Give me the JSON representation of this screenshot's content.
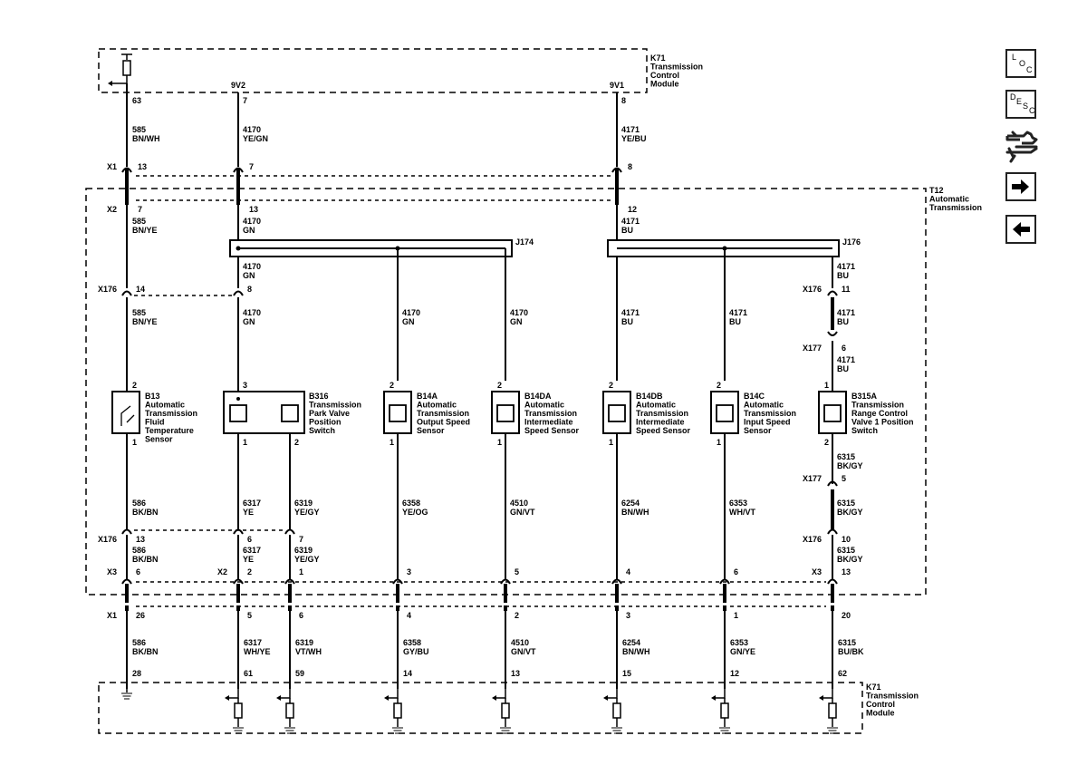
{
  "module_top": {
    "name": "K71",
    "lines": [
      "Transmission",
      "Control",
      "Module"
    ]
  },
  "module_bottom": {
    "name": "K71",
    "lines": [
      "Transmission",
      "Control",
      "Module"
    ]
  },
  "transmission": {
    "name": "T12",
    "lines": [
      "Automatic",
      "Transmission"
    ]
  },
  "supplies": {
    "a": "9V2",
    "b": "9V1"
  },
  "pins_top": {
    "p63": "63",
    "p7": "7",
    "p8": "8"
  },
  "wires_top": [
    {
      "circuit": "585",
      "color": "BN/WH"
    },
    {
      "circuit": "4170",
      "color": "YE/GN"
    },
    {
      "circuit": "4171",
      "color": "YE/BU"
    }
  ],
  "connectors": {
    "x1": "X1",
    "x2": "X2",
    "x3": "X3",
    "x176": "X176",
    "x177": "X177",
    "j174": "J174",
    "j176": "J176"
  },
  "x1_top_pins": [
    "13",
    "7",
    "8"
  ],
  "x2_top_pins": [
    "7",
    "13",
    "12"
  ],
  "wires_x2": [
    {
      "circuit": "585",
      "color": "BN/YE"
    },
    {
      "circuit": "4170",
      "color": "GN"
    },
    {
      "circuit": "4171",
      "color": "BU"
    }
  ],
  "splice_out": [
    {
      "circuit": "4170",
      "color": "GN"
    },
    {
      "circuit": "4171",
      "color": "BU"
    }
  ],
  "x176_top_pins": [
    "14",
    "8",
    "11"
  ],
  "wires_sensor_in": [
    {
      "circuit": "585",
      "color": "BN/YE"
    },
    {
      "circuit": "4170",
      "color": "GN"
    },
    {
      "circuit": "4170",
      "color": "GN"
    },
    {
      "circuit": "4170",
      "color": "GN"
    },
    {
      "circuit": "4171",
      "color": "BU"
    },
    {
      "circuit": "4171",
      "color": "BU"
    },
    {
      "circuit": "4171",
      "color": "BU"
    }
  ],
  "x177_top_pin": "6",
  "x177_wire": {
    "circuit": "4171",
    "color": "BU"
  },
  "components": [
    {
      "id": "B13",
      "lines": [
        "Automatic",
        "Transmission",
        "Fluid",
        "Temperature",
        "Sensor"
      ],
      "pin_top": "2",
      "pin_bot": "1"
    },
    {
      "id": "B316",
      "lines": [
        "Transmission",
        "Park Valve",
        "Position",
        "Switch"
      ],
      "pin_top": "3",
      "pin_bot_a": "1",
      "pin_bot_b": "2"
    },
    {
      "id": "B14A",
      "lines": [
        "Automatic",
        "Transmission",
        "Output Speed",
        "Sensor"
      ],
      "pin_top": "2",
      "pin_bot": "1"
    },
    {
      "id": "B14DA",
      "lines": [
        "Automatic",
        "Transmission",
        "Intermediate",
        "Speed Sensor"
      ],
      "pin_top": "2",
      "pin_bot": "1"
    },
    {
      "id": "B14DB",
      "lines": [
        "Automatic",
        "Transmission",
        "Intermediate",
        "Speed Sensor"
      ],
      "pin_top": "2",
      "pin_bot": "1"
    },
    {
      "id": "B14C",
      "lines": [
        "Automatic",
        "Transmission",
        "Input Speed",
        "Sensor"
      ],
      "pin_top": "2",
      "pin_bot": "1"
    },
    {
      "id": "B315A",
      "lines": [
        "Transmission",
        "Range Control",
        "Valve 1 Position",
        "Switch"
      ],
      "pin_top": "1",
      "pin_bot": "2"
    }
  ],
  "b315_wire": {
    "circuit": "6315",
    "color": "BK/GY"
  },
  "x177_bot_pin": "5",
  "wires_sensor_out": [
    {
      "circuit": "586",
      "color": "BK/BN"
    },
    {
      "circuit": "6317",
      "color": "YE"
    },
    {
      "circuit": "6319",
      "color": "YE/GY"
    },
    {
      "circuit": "6358",
      "color": "YE/OG"
    },
    {
      "circuit": "4510",
      "color": "GN/VT"
    },
    {
      "circuit": "6254",
      "color": "BN/WH"
    },
    {
      "circuit": "6353",
      "color": "WH/VT"
    },
    {
      "circuit": "6315",
      "color": "BK/GY"
    }
  ],
  "x176_bot_pins": [
    "13",
    "6",
    "7",
    "10"
  ],
  "wires_x176_bot": [
    {
      "circuit": "586",
      "color": "BK/BN"
    },
    {
      "circuit": "6317",
      "color": "YE"
    },
    {
      "circuit": "6319",
      "color": "YE/GY"
    },
    {
      "circuit": "6315",
      "color": "BK/GY"
    }
  ],
  "x3_left_pin": "6",
  "x2_bot_pins": [
    "2",
    "1",
    "3",
    "5",
    "4",
    "6"
  ],
  "x3_right_pin": "13",
  "x1_bot_pins": [
    "26",
    "5",
    "6",
    "4",
    "2",
    "3",
    "1",
    "20"
  ],
  "wires_bottom": [
    {
      "circuit": "586",
      "color": "BK/BN"
    },
    {
      "circuit": "6317",
      "color": "WH/YE"
    },
    {
      "circuit": "6319",
      "color": "VT/WH"
    },
    {
      "circuit": "6358",
      "color": "GY/BU"
    },
    {
      "circuit": "4510",
      "color": "GN/VT"
    },
    {
      "circuit": "6254",
      "color": "BN/WH"
    },
    {
      "circuit": "6353",
      "color": "GN/YE"
    },
    {
      "circuit": "6315",
      "color": "BU/BK"
    }
  ],
  "module_pins_bottom": [
    "28",
    "61",
    "59",
    "14",
    "13",
    "15",
    "12",
    "62"
  ],
  "nav": {
    "loc": {
      "a": "L",
      "b": "O",
      "c": "C"
    },
    "desc": {
      "a": "D",
      "b": "E",
      "c": "S",
      "d": "C"
    }
  },
  "icons": [
    "loc-icon",
    "desc-icon",
    "wrench-hand-icon",
    "arrow-right-icon",
    "arrow-left-icon"
  ]
}
